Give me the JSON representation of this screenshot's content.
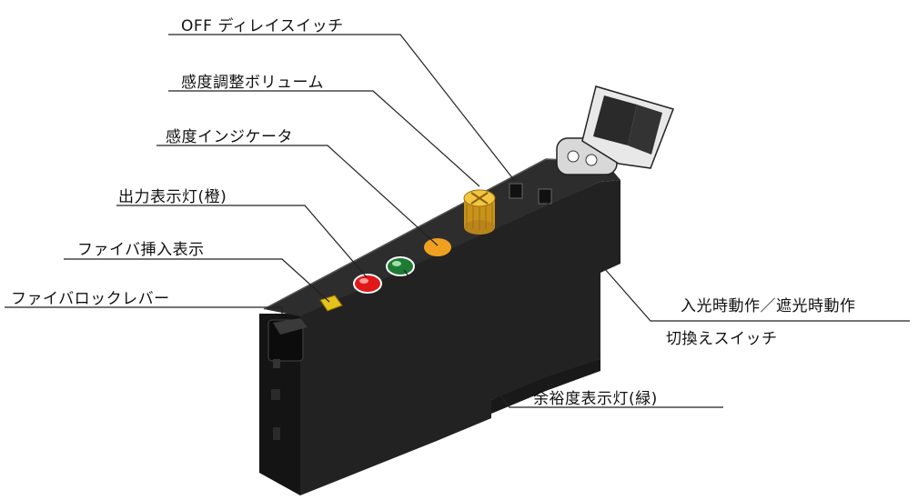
{
  "labels": {
    "off_delay_switch": "OFF ディレイスイッチ",
    "sensitivity_volume": "感度調整ボリューム",
    "sensitivity_indicator": "感度インジケータ",
    "output_indicator": "出力表示灯(橙)",
    "fiber_insert_indicator": "ファイバ挿入表示",
    "fiber_lock_lever": "ファイバロックレバー",
    "mode_switch_line1": "入光時動作／遮光時動作",
    "mode_switch_line2": "切換えスイッチ",
    "margin_indicator": "余裕度表示灯(緑)"
  },
  "colors": {
    "body": "#1c1c1c",
    "output_led": "#e01818",
    "margin_led": "#1f7a34",
    "sensitivity_indicator": "#f0a020",
    "knob": "#e8b420",
    "lever_tab": "#e6c21a"
  }
}
